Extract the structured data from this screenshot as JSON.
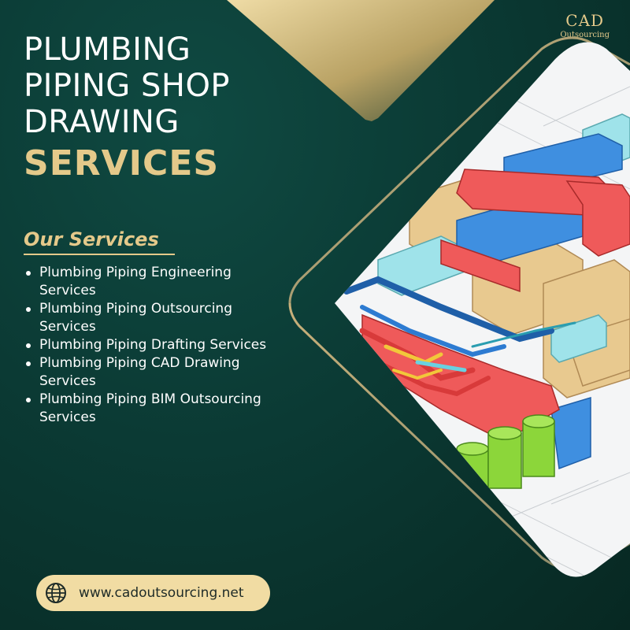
{
  "logo": {
    "line1": "CAD",
    "line2": "Outsourcing"
  },
  "title": {
    "line1": "PLUMBING",
    "line2": "PIPING SHOP",
    "line3": "DRAWING",
    "accent": "SERVICES"
  },
  "services": {
    "heading": "Our Services",
    "items": [
      {
        "label": "Plumbing Piping Engineering Services"
      },
      {
        "label": "Plumbing Piping Outsourcing Services"
      },
      {
        "label": "Plumbing Piping Drafting Services"
      },
      {
        "label": "Plumbing Piping CAD Drawing Services"
      },
      {
        "label": "Plumbing Piping BIM Outsourcing Services"
      }
    ]
  },
  "footer": {
    "url": "www.cadoutsourcing.net",
    "icon": "globe-icon"
  },
  "colors": {
    "background": "#0b3a34",
    "gold": "#e4c98a",
    "pill": "#f1dca3",
    "text": "#ffffff"
  },
  "illustration": {
    "icon": "piping-3d-render"
  }
}
